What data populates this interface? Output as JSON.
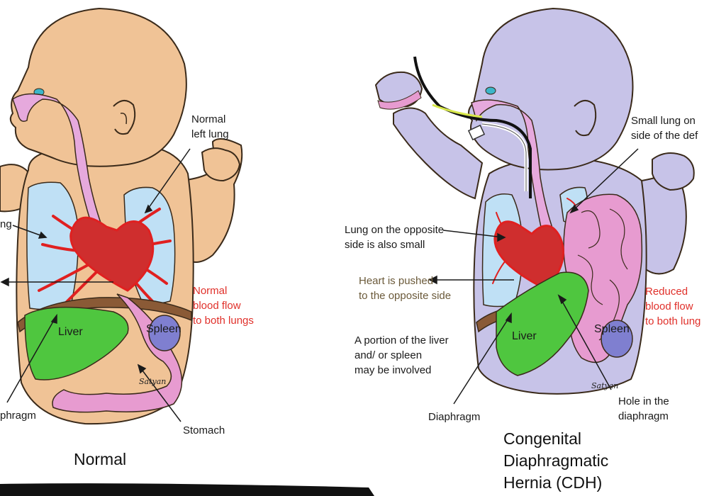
{
  "normal": {
    "caption": "Normal",
    "labels": {
      "left_lung": "Normal\nleft lung",
      "lung_partial": "ng",
      "blood_flow": "Normal\nblood flow\nto both lungs",
      "liver": "Liver",
      "spleen": "Spleen",
      "diaphragm_partial": "phragm",
      "stomach": "Stomach"
    },
    "signature": "Satyan"
  },
  "cdh": {
    "caption": "Congenital\nDiaphragmatic\nHernia (CDH)",
    "labels": {
      "small_lung": "Small lung on\nside of the def",
      "opposite_lung": "Lung on the opposite\nside is also small",
      "heart_pushed": "Heart is pushed\nto the opposite side",
      "reduced_flow": "Reduced\nblood flow\nto both lung",
      "liver_spleen": "A portion of the liver\nand/ or spleen\nmay be involved",
      "liver": "Liver",
      "spleen": "Spleen",
      "diaphragm": "Diaphragm",
      "hole": "Hole in the\ndiaphragm"
    },
    "signature": "Satyan"
  },
  "colors": {
    "skin_normal": "#f0c396",
    "skin_cdh": "#c7c3e8",
    "lung": "#bfe0f5",
    "heart": "#cf2e2e",
    "liver": "#4fc63f",
    "spleen": "#7f7fd0",
    "intestine": "#e79bd0",
    "airway": "#e6a9dd",
    "diaphragm": "#8a5a36",
    "red_text": "#e0302a",
    "brown_text": "#6b5a3a"
  }
}
